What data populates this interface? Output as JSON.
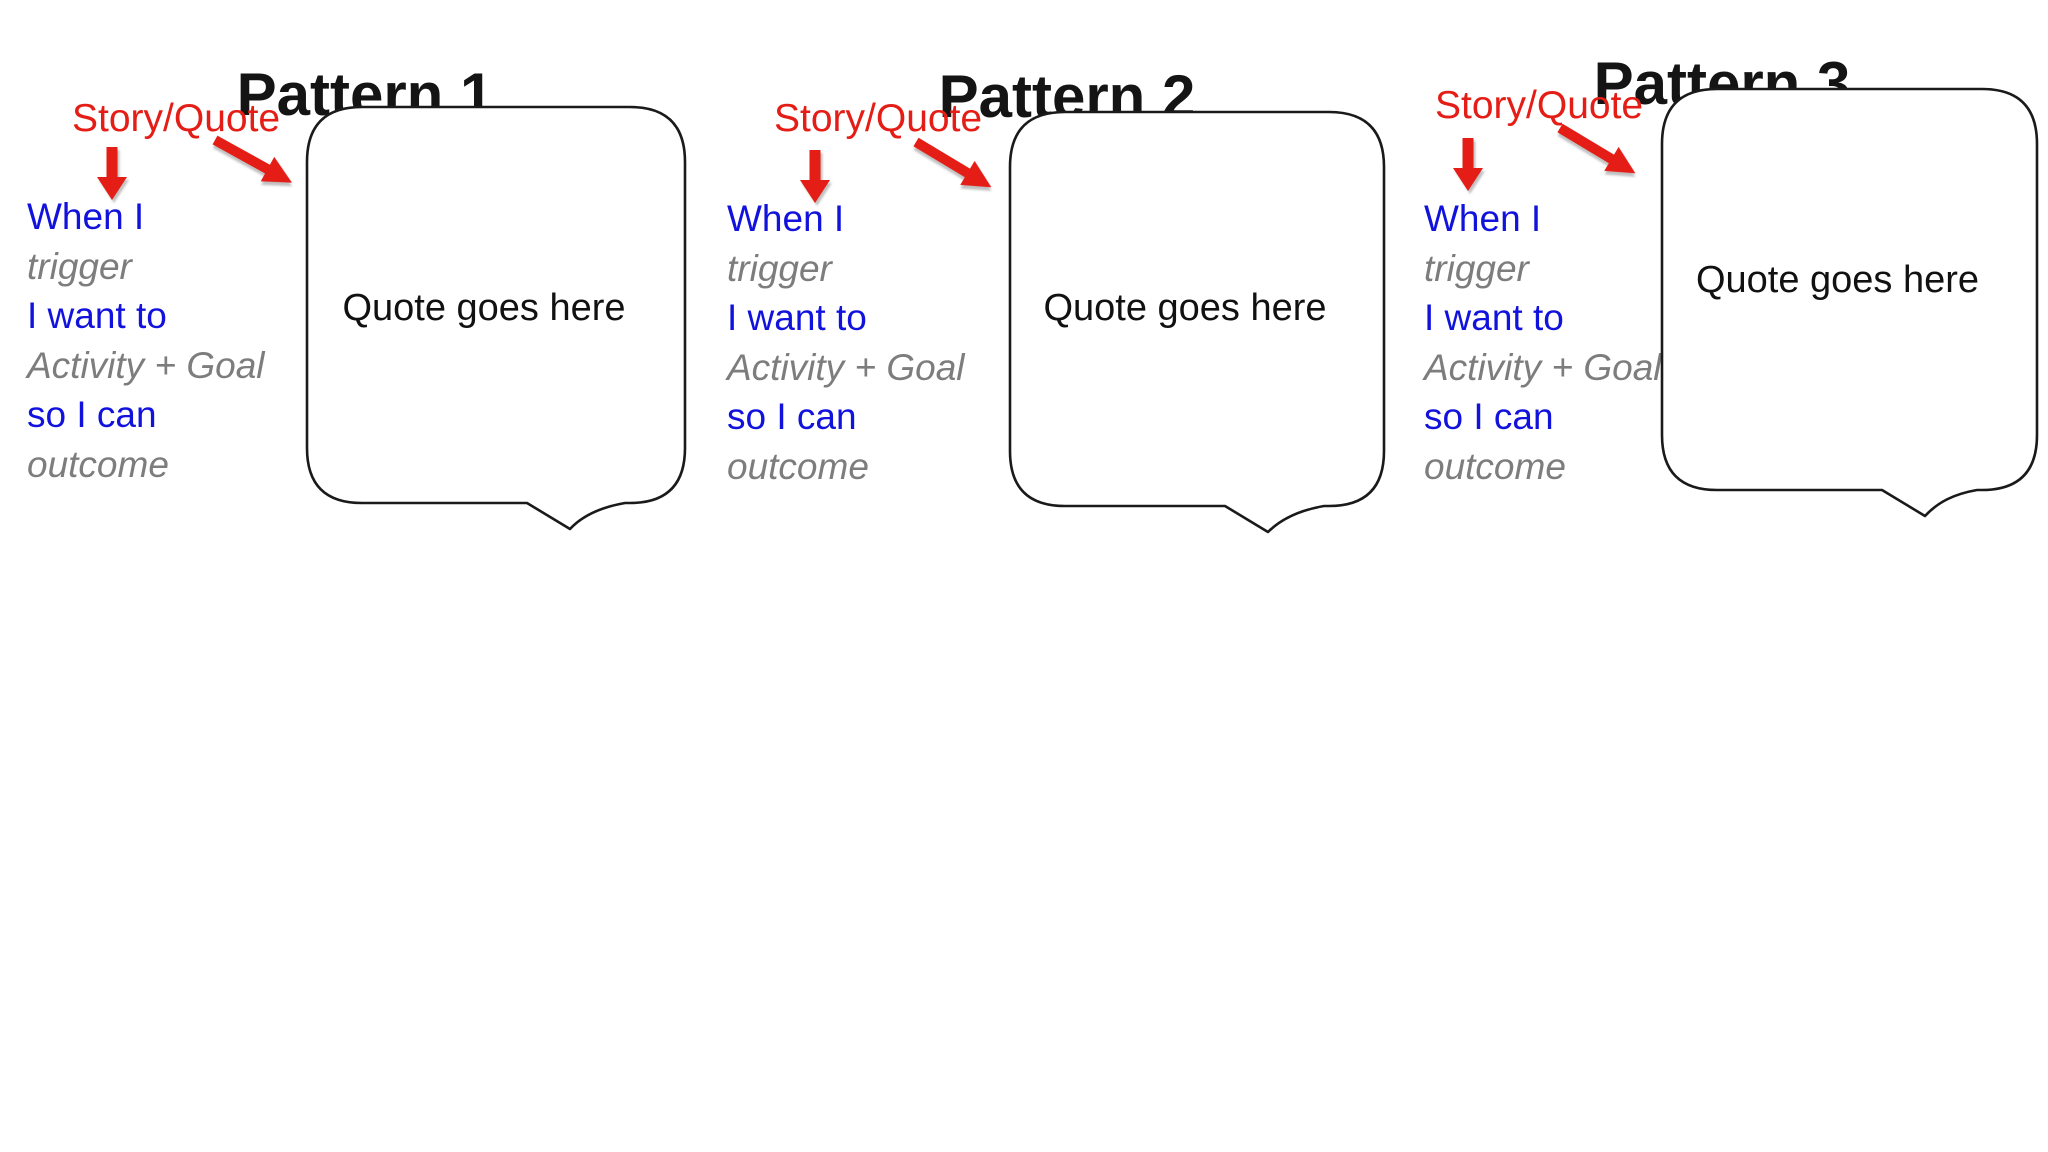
{
  "slide": {
    "colors": {
      "red": "#e41e16",
      "blue": "#1212dd",
      "gray": "#7d7d7d",
      "ink": "#141414"
    },
    "patterns": [
      {
        "title": "Pattern 1",
        "annotation": "Story/Quote",
        "quote": "Quote goes here",
        "lines": [
          {
            "text": "When I",
            "style": "blue"
          },
          {
            "text": "trigger",
            "style": "gray"
          },
          {
            "text": "I want to",
            "style": "blue"
          },
          {
            "text": "Activity + Goal",
            "style": "gray"
          },
          {
            "text": "so I can",
            "style": "blue"
          },
          {
            "text": "outcome",
            "style": "gray"
          }
        ]
      },
      {
        "title": "Pattern 2",
        "annotation": "Story/Quote",
        "quote": "Quote goes here",
        "lines": [
          {
            "text": "When I",
            "style": "blue"
          },
          {
            "text": "trigger",
            "style": "gray"
          },
          {
            "text": "I want to",
            "style": "blue"
          },
          {
            "text": "Activity + Goal",
            "style": "gray"
          },
          {
            "text": "so I can",
            "style": "blue"
          },
          {
            "text": "outcome",
            "style": "gray"
          }
        ]
      },
      {
        "title": "Pattern 3",
        "annotation": "Story/Quote",
        "quote": "Quote goes here",
        "lines": [
          {
            "text": "When I",
            "style": "blue"
          },
          {
            "text": "trigger",
            "style": "gray"
          },
          {
            "text": "I want to",
            "style": "blue"
          },
          {
            "text": "Activity + Goal",
            "style": "gray"
          },
          {
            "text": "so I can",
            "style": "blue"
          },
          {
            "text": "outcome",
            "style": "gray"
          }
        ]
      }
    ]
  }
}
